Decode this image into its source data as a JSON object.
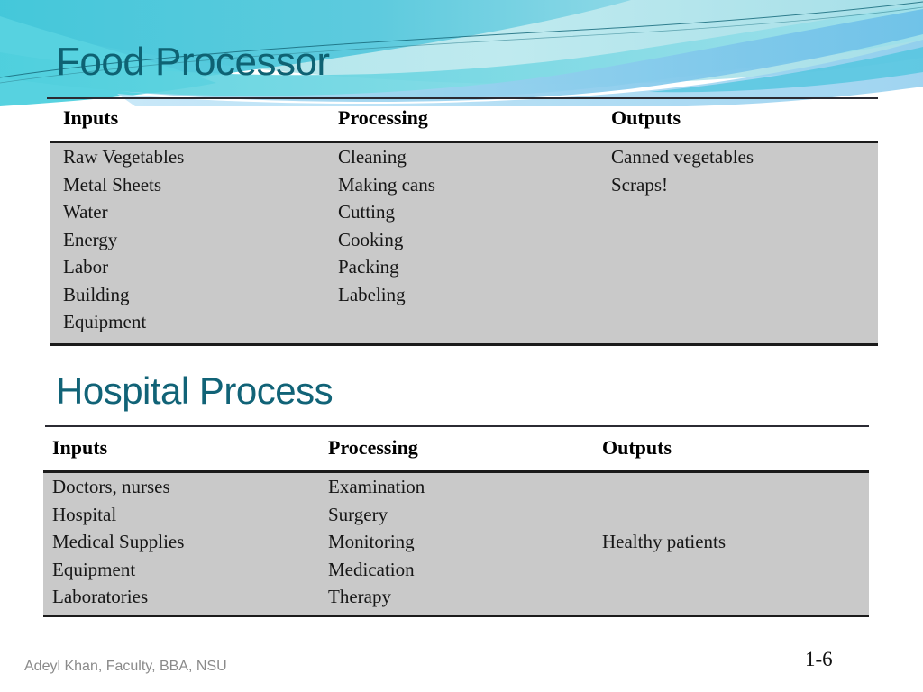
{
  "slide": {
    "background_color": "#ffffff",
    "accent_color": "#0E6273",
    "table_fill_color": "#c9c9c9"
  },
  "decoration": {
    "name": "header-wave-graphic",
    "colors": {
      "pale_cyan": "#b9e6ec",
      "light_cyan": "#8fd9e3",
      "bright_cyan": "#5ad3e0",
      "teal": "#45c3d6",
      "mid_blue": "#79c9e8",
      "sky_blue": "#9ed5f0",
      "pale_blue": "#cfe9f7",
      "dark_teal_line": "#15707f"
    }
  },
  "sections": [
    {
      "id": "food-processor",
      "title": "Food Processor",
      "table": {
        "headers": [
          "Inputs",
          "Processing",
          "Outputs"
        ],
        "columns": {
          "inputs": [
            "Raw Vegetables",
            "Metal Sheets",
            "Water",
            "Energy",
            "Labor",
            "Building",
            "Equipment"
          ],
          "processing": [
            "Cleaning",
            "Making cans",
            "Cutting",
            "Cooking",
            "Packing",
            "Labeling"
          ],
          "outputs": [
            "Canned vegetables",
            "Scraps!"
          ]
        }
      }
    },
    {
      "id": "hospital-process",
      "title": "Hospital Process",
      "table": {
        "headers": [
          "Inputs",
          "Processing",
          "Outputs"
        ],
        "columns": {
          "inputs": [
            "Doctors, nurses",
            "Hospital",
            "Medical Supplies",
            "Equipment",
            "Laboratories"
          ],
          "processing": [
            "Examination",
            "Surgery",
            "Monitoring",
            "Medication",
            "Therapy"
          ],
          "outputs": [
            "",
            "",
            "Healthy patients",
            "",
            ""
          ]
        }
      }
    }
  ],
  "footer": {
    "credit": "Adeyl Khan, Faculty, BBA, NSU",
    "page_number": "1-6"
  }
}
